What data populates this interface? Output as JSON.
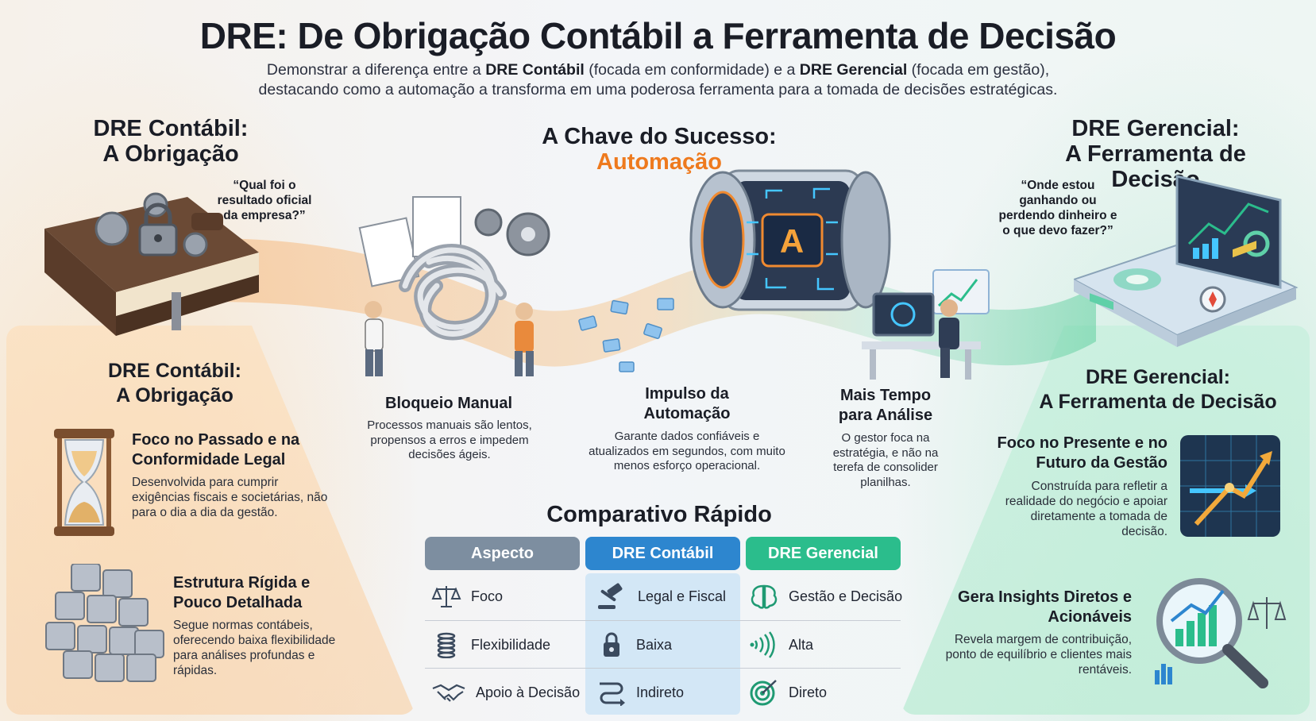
{
  "header": {
    "title": "DRE: De Obrigação Contábil a Ferramenta de Decisão",
    "subtitle_line1_a": "Demonstrar a diferença entre a ",
    "subtitle_line1_b": "DRE Contábil",
    "subtitle_line1_c": " (focada em conformidade) e a ",
    "subtitle_line1_d": "DRE Gerencial",
    "subtitle_line1_e": " (focada em gestão),",
    "subtitle_line2": "destacando como a automação a transforma em uma poderosa ferramenta para a tomada de decisões estratégicas."
  },
  "left": {
    "heading_line1": "DRE Contábil:",
    "heading_line2": "A Obrigação",
    "quote": "“Qual foi o resultado oficial da empresa?”",
    "panel_heading_line1": "DRE Contábil:",
    "panel_heading_line2": "A Obrigação",
    "items": [
      {
        "title": "Foco no Passado e na Conformidade Legal",
        "desc": "Desenvolvida para cumprir exigências fiscais e societárias, não para o dia a dia da gestão.",
        "icon": "hourglass-icon"
      },
      {
        "title": "Estrutura Rígida e Pouco Detalhada",
        "desc": "Segue normas contábeis, oferecendo baixa flexibilidade para análises profundas e rápidas.",
        "icon": "blocks-icon"
      }
    ]
  },
  "center": {
    "heading_line1": "A Chave do Sucesso:",
    "heading_line2": "Automação",
    "steps": [
      {
        "title": "Bloqueio Manual",
        "desc": "Processos manuais são lentos, propensos a erros e impedem decisões ágeis."
      },
      {
        "title": "Impulso da Automação",
        "desc": "Garante dados confiáveis e atualizados em segundos, com muito menos esforço operacional."
      },
      {
        "title": "Mais Tempo para Análise",
        "desc": "O gestor foca na estratégia, e não na terefa de consolider planilhas."
      }
    ],
    "chip_letter": "A"
  },
  "right": {
    "heading_line1": "DRE Gerencial:",
    "heading_line2": "A Ferramenta de Decisão",
    "quote": "“Onde estou ganhando ou perdendo dinheiro e o que devo fazer?”",
    "panel_heading_line1": "DRE Gerencial:",
    "panel_heading_line2": "A Ferramenta de Decisão",
    "items": [
      {
        "title": "Foco no Presente e no Futuro da Gestão",
        "desc": "Construída para refletir a realidade do negócio e apoiar diretamente a tomada de decisão.",
        "icon": "growth-arrow-icon"
      },
      {
        "title": "Gera Insights Diretos e Acionáveis",
        "desc": "Revela margem de contribuição, ponto de equilíbrio e clientes mais rentáveis.",
        "icon": "magnifier-chart-icon"
      }
    ]
  },
  "comparison": {
    "title": "Comparativo Rápido",
    "headers": [
      "Aspecto",
      "DRE Contábil",
      "DRE Gerencial"
    ],
    "rows": [
      {
        "aspect": "Foco",
        "contabil": "Legal e Fiscal",
        "gerencial": "Gestão e Decisão",
        "icons": [
          "scale-icon",
          "gavel-icon",
          "brain-icon"
        ]
      },
      {
        "aspect": "Flexibilidade",
        "contabil": "Baixa",
        "gerencial": "Alta",
        "icons": [
          "spring-icon",
          "lock-icon",
          "signal-icon"
        ]
      },
      {
        "aspect": "Apoio à Decisão",
        "contabil": "Indireto",
        "gerencial": "Direto",
        "icons": [
          "handshake-icon",
          "winding-arrow-icon",
          "target-icon"
        ]
      }
    ]
  },
  "colors": {
    "orange_accent": "#ee7a1e",
    "blue_header": "#2d86cf",
    "green_header": "#2bbd8c",
    "gray_header": "#7d8ea0"
  }
}
